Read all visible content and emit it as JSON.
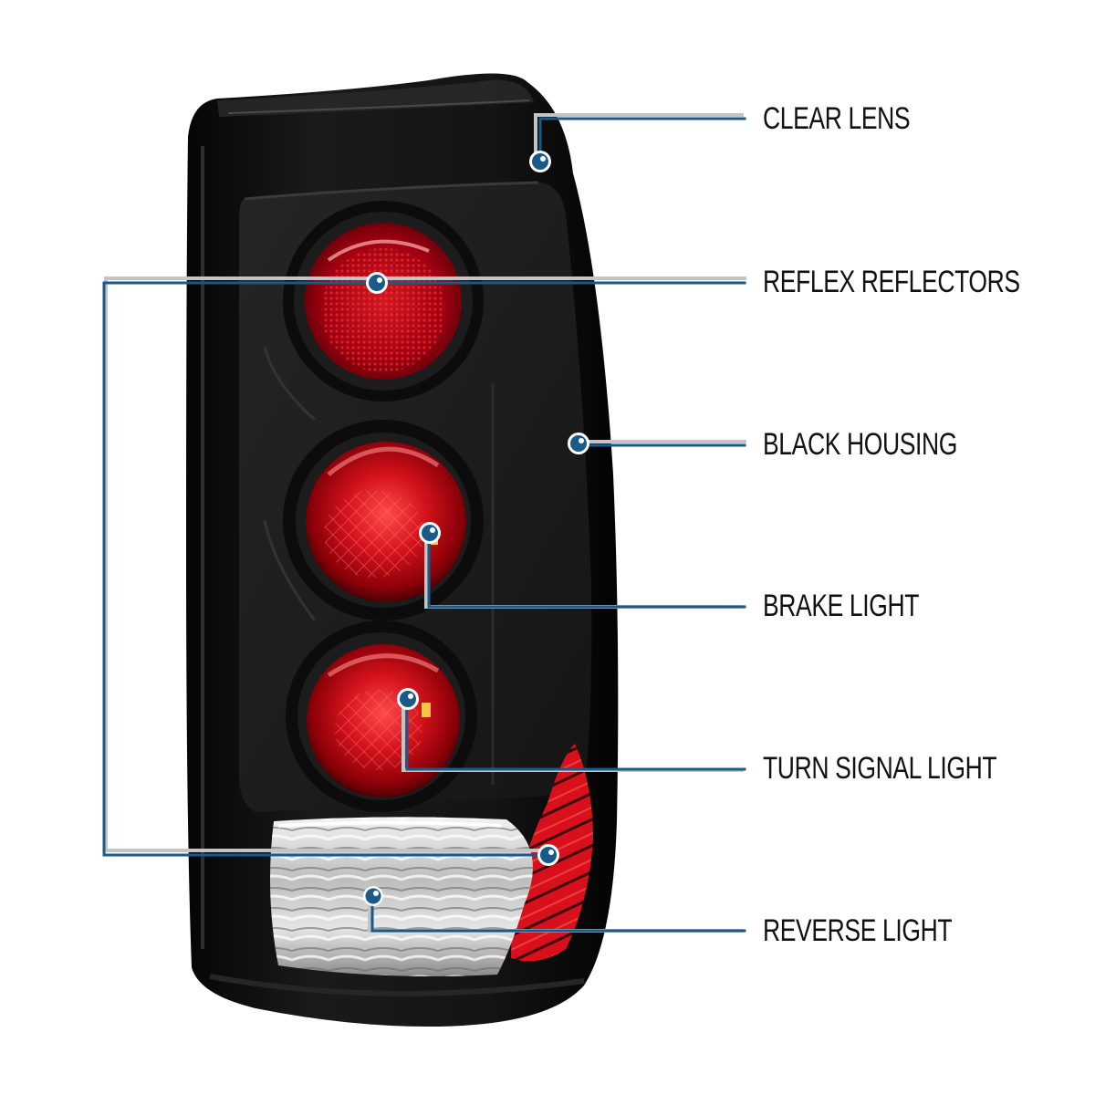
{
  "colors": {
    "accent_blue": "#1a5a8a",
    "line_shadow": "#bdbdbd",
    "housing_black": "#0e0e0e",
    "lens_red": "#c8101c",
    "reverse_clear": "#d9d9d9",
    "label_text": "#111111",
    "background": "#ffffff"
  },
  "product": {
    "name": "tail-light-assembly"
  },
  "callouts": [
    {
      "id": "clear-lens",
      "label": "CLEAR LENS"
    },
    {
      "id": "reflex-reflectors",
      "label": "REFLEX REFLECTORS"
    },
    {
      "id": "black-housing",
      "label": "BLACK HOUSING"
    },
    {
      "id": "brake-light",
      "label": "BRAKE LIGHT"
    },
    {
      "id": "turn-signal-light",
      "label": "TURN SIGNAL LIGHT"
    },
    {
      "id": "reverse-light",
      "label": "REVERSE LIGHT"
    }
  ],
  "icons": {
    "marker": "callout-dot-icon"
  }
}
